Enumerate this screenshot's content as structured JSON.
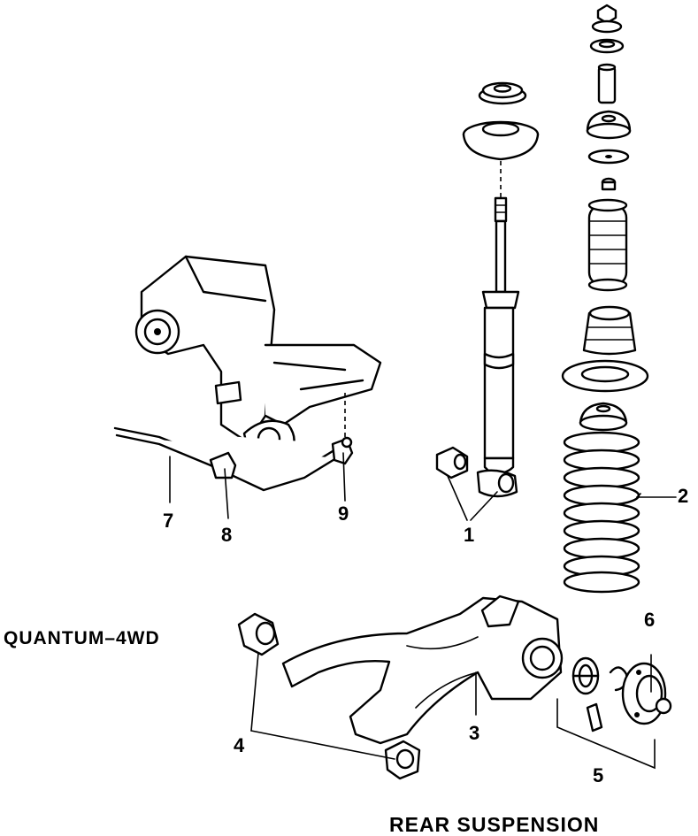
{
  "model_label": "QUANTUM–4WD",
  "caption": "REAR SUSPENSION",
  "callouts": {
    "c1": "1",
    "c2": "2",
    "c3": "3",
    "c4": "4",
    "c5": "5",
    "c6": "6",
    "c7": "7",
    "c8": "8",
    "c9": "9"
  },
  "colors": {
    "ink": "#000000",
    "paper": "#ffffff"
  }
}
